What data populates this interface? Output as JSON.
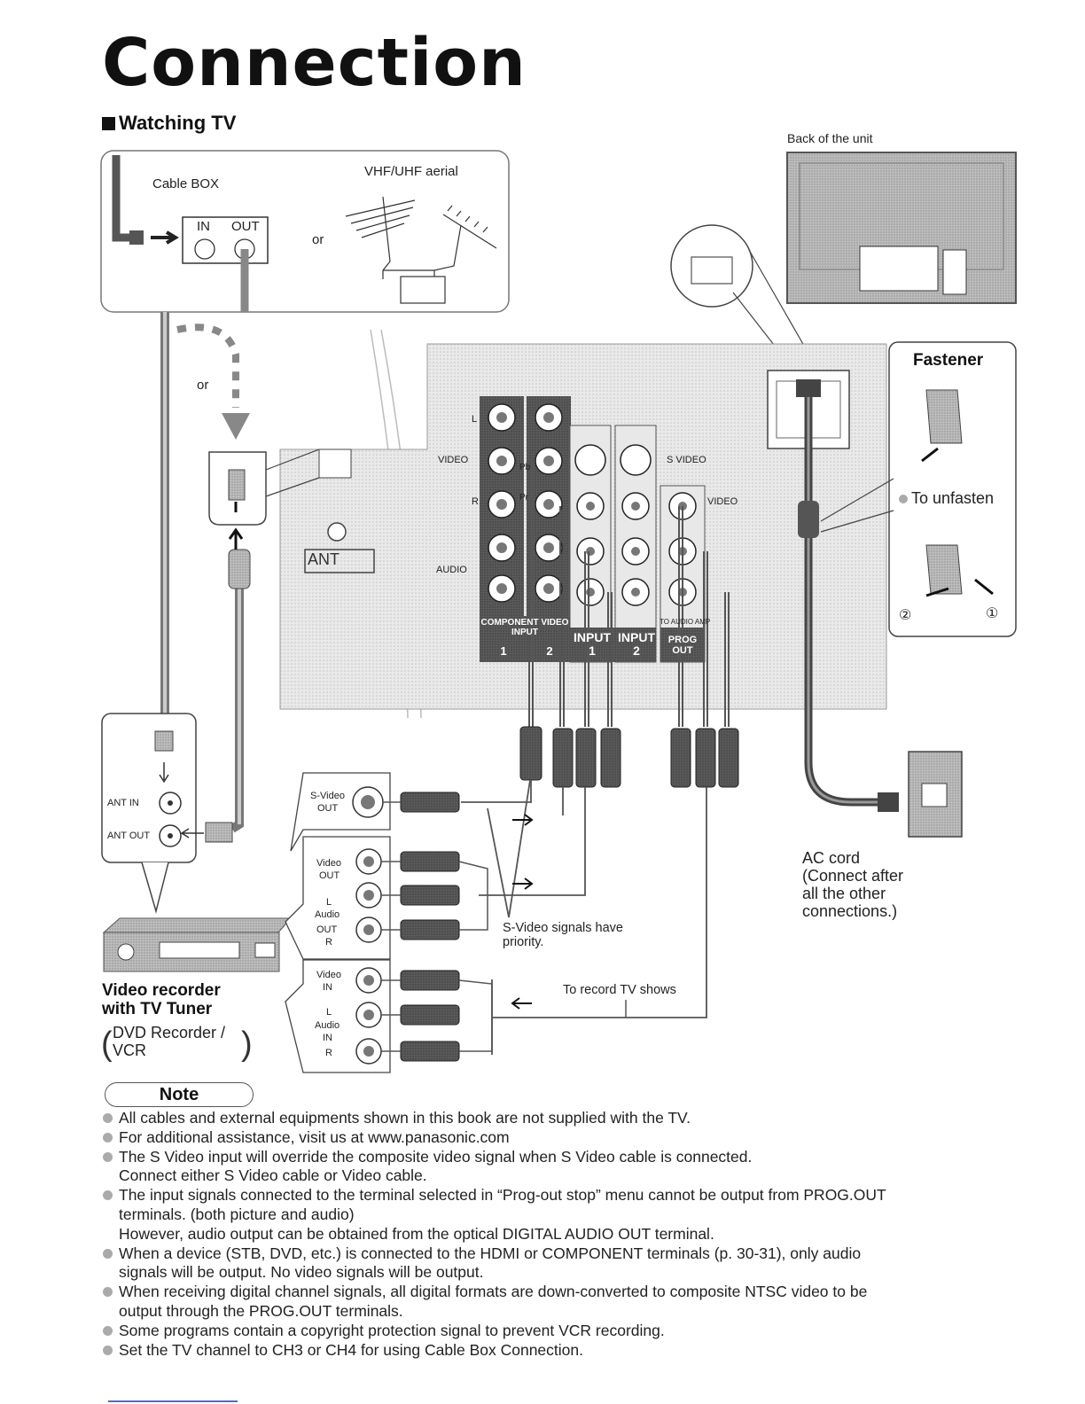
{
  "page": {
    "title": "Connection",
    "section": "Watching TV"
  },
  "diagram": {
    "cable_box": "Cable BOX",
    "box_in": "IN",
    "box_out": "OUT",
    "aerial": "VHF/UHF aerial",
    "or_1": "or",
    "or_2": "or",
    "back_of_unit": "Back of the unit",
    "fastener": "Fastener",
    "to_unfasten": "To unfasten",
    "step_2": "②",
    "step_1": "①",
    "ant": "ANT",
    "panel_video": "VIDEO",
    "panel_audio": "AUDIO",
    "panel_l": "L",
    "panel_r": "R",
    "panel_pb": "Pb",
    "panel_pr": "Pr",
    "panel_s_video": "S VIDEO",
    "panel_video_right": "VIDEO",
    "panel_to_audio_amp": "TO AUDIO AMP",
    "component_video_input": "COMPONENT VIDEO INPUT",
    "component_1": "1",
    "component_2": "2",
    "input_1": "INPUT 1",
    "input_2": "INPUT 2",
    "prog_out": "PROG OUT",
    "ant_in": "ANT IN",
    "ant_out": "ANT OUT",
    "s_video_out": [
      "S-Video",
      "OUT"
    ],
    "video_out": [
      "Video",
      "OUT"
    ],
    "audio_out": [
      "L",
      "Audio",
      "OUT",
      "R"
    ],
    "video_in": [
      "Video",
      "IN"
    ],
    "audio_in": [
      "L",
      "Audio",
      "IN",
      "R"
    ],
    "s_video_priority": "S-Video signals have priority.",
    "to_record": "To record TV shows",
    "ac_cord": [
      "AC cord",
      "(Connect after",
      "all the other",
      "connections.)"
    ],
    "recorder_title": [
      "Video recorder",
      "with TV Tuner"
    ],
    "recorder_types": [
      "DVD Recorder /",
      "VCR"
    ]
  },
  "note_title": "Note",
  "notes": [
    [
      "All cables and external equipments shown in this book are not supplied with the TV."
    ],
    [
      "For additional assistance, visit us at www.panasonic.com"
    ],
    [
      "The S Video input will override the composite video signal when S Video cable is connected.",
      "Connect either S Video cable or Video cable."
    ],
    [
      "The input signals connected to the terminal selected in “Prog-out stop” menu cannot be output from PROG.OUT",
      "terminals. (both picture and audio)",
      "However, audio output can be obtained from the optical DIGITAL AUDIO OUT terminal."
    ],
    [
      "When a device (STB, DVD, etc.) is connected to the HDMI or COMPONENT terminals (p. 30-31), only audio",
      "signals will be output. No video signals will be output."
    ],
    [
      "When receiving digital channel signals, all digital formats are down-converted to composite NTSC video to be",
      "output through the PROG.OUT terminals."
    ],
    [
      "Some programs contain a copyright protection signal to prevent VCR recording."
    ],
    [
      "Set the TV channel to CH3 or CH4 for using Cable Box Connection."
    ]
  ]
}
